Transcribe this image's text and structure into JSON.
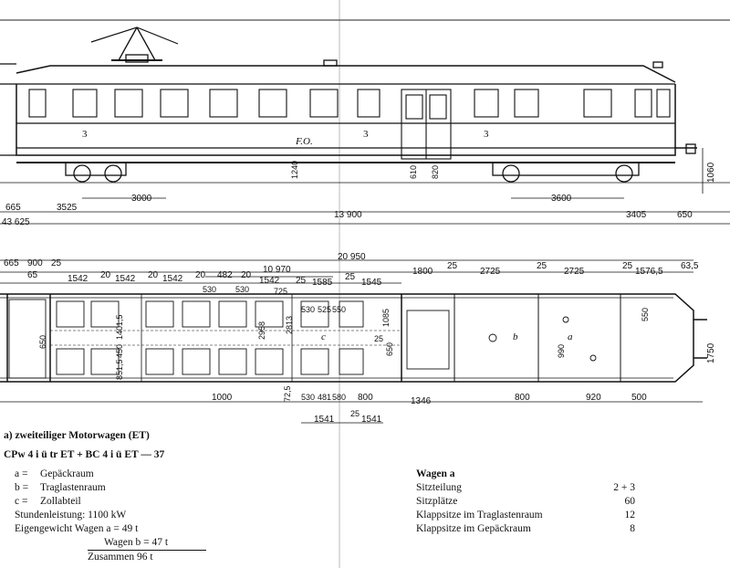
{
  "drawing": {
    "side_view": {
      "top_dims": [
        "665",
        "3525",
        "3000",
        "13 900",
        "3600",
        "3405",
        "650"
      ],
      "overall": "43 625",
      "heights": [
        "1240",
        "610",
        "820",
        "1060"
      ],
      "marks": [
        "3",
        "3",
        "3",
        "F.O."
      ]
    },
    "plan_view": {
      "overall": "20 950",
      "sub_overall": "10 970",
      "row1": [
        "665",
        "900",
        "25",
        "1800",
        "25",
        "2725",
        "25",
        "2725",
        "25",
        "1576,5",
        "63,5"
      ],
      "row2": [
        "65",
        "1542",
        "20",
        "1542",
        "20",
        "1542",
        "20",
        "482",
        "20",
        "1542",
        "25",
        "1585",
        "25",
        "1545"
      ],
      "small": [
        "530",
        "530",
        "725",
        "530",
        "525",
        "550",
        "1085",
        "25",
        "650",
        "550"
      ],
      "vertical": [
        "650",
        "1401,5",
        "450",
        "2958",
        "2813",
        "851,5",
        "990",
        "1750"
      ],
      "bottom": [
        "1000",
        "72,5",
        "530",
        "481",
        "580",
        "800",
        "1346",
        "800",
        "920",
        "500",
        "1541",
        "25",
        "1541"
      ],
      "letters": [
        "c",
        "b",
        "a"
      ]
    }
  },
  "legend": {
    "title": "a) zweiteiliger Motorwagen (ET)",
    "code": "CPw 4 i ü tr ET + BC 4 i ü ET — 37",
    "items": [
      {
        "key": "a =",
        "text": "Gepäckraum"
      },
      {
        "key": "b =",
        "text": "Traglastenraum"
      },
      {
        "key": "c =",
        "text": "Zollabteil"
      }
    ],
    "power": "Stundenleistung:  1100 kW",
    "weight_a": "Eigengewicht Wagen a = 49 t",
    "weight_b": "Wagen b = 47 t",
    "total": "Zusammen    96 t"
  },
  "wagen": {
    "title": "Wagen a",
    "rows": [
      {
        "label": "Sitzteilung",
        "value": "2 + 3"
      },
      {
        "label": "Sitzplätze",
        "value": "60"
      },
      {
        "label": "Klappsitze im Traglastenraum",
        "value": "12"
      },
      {
        "label": "Klappsitze im Gepäckraum",
        "value": "8"
      }
    ]
  }
}
